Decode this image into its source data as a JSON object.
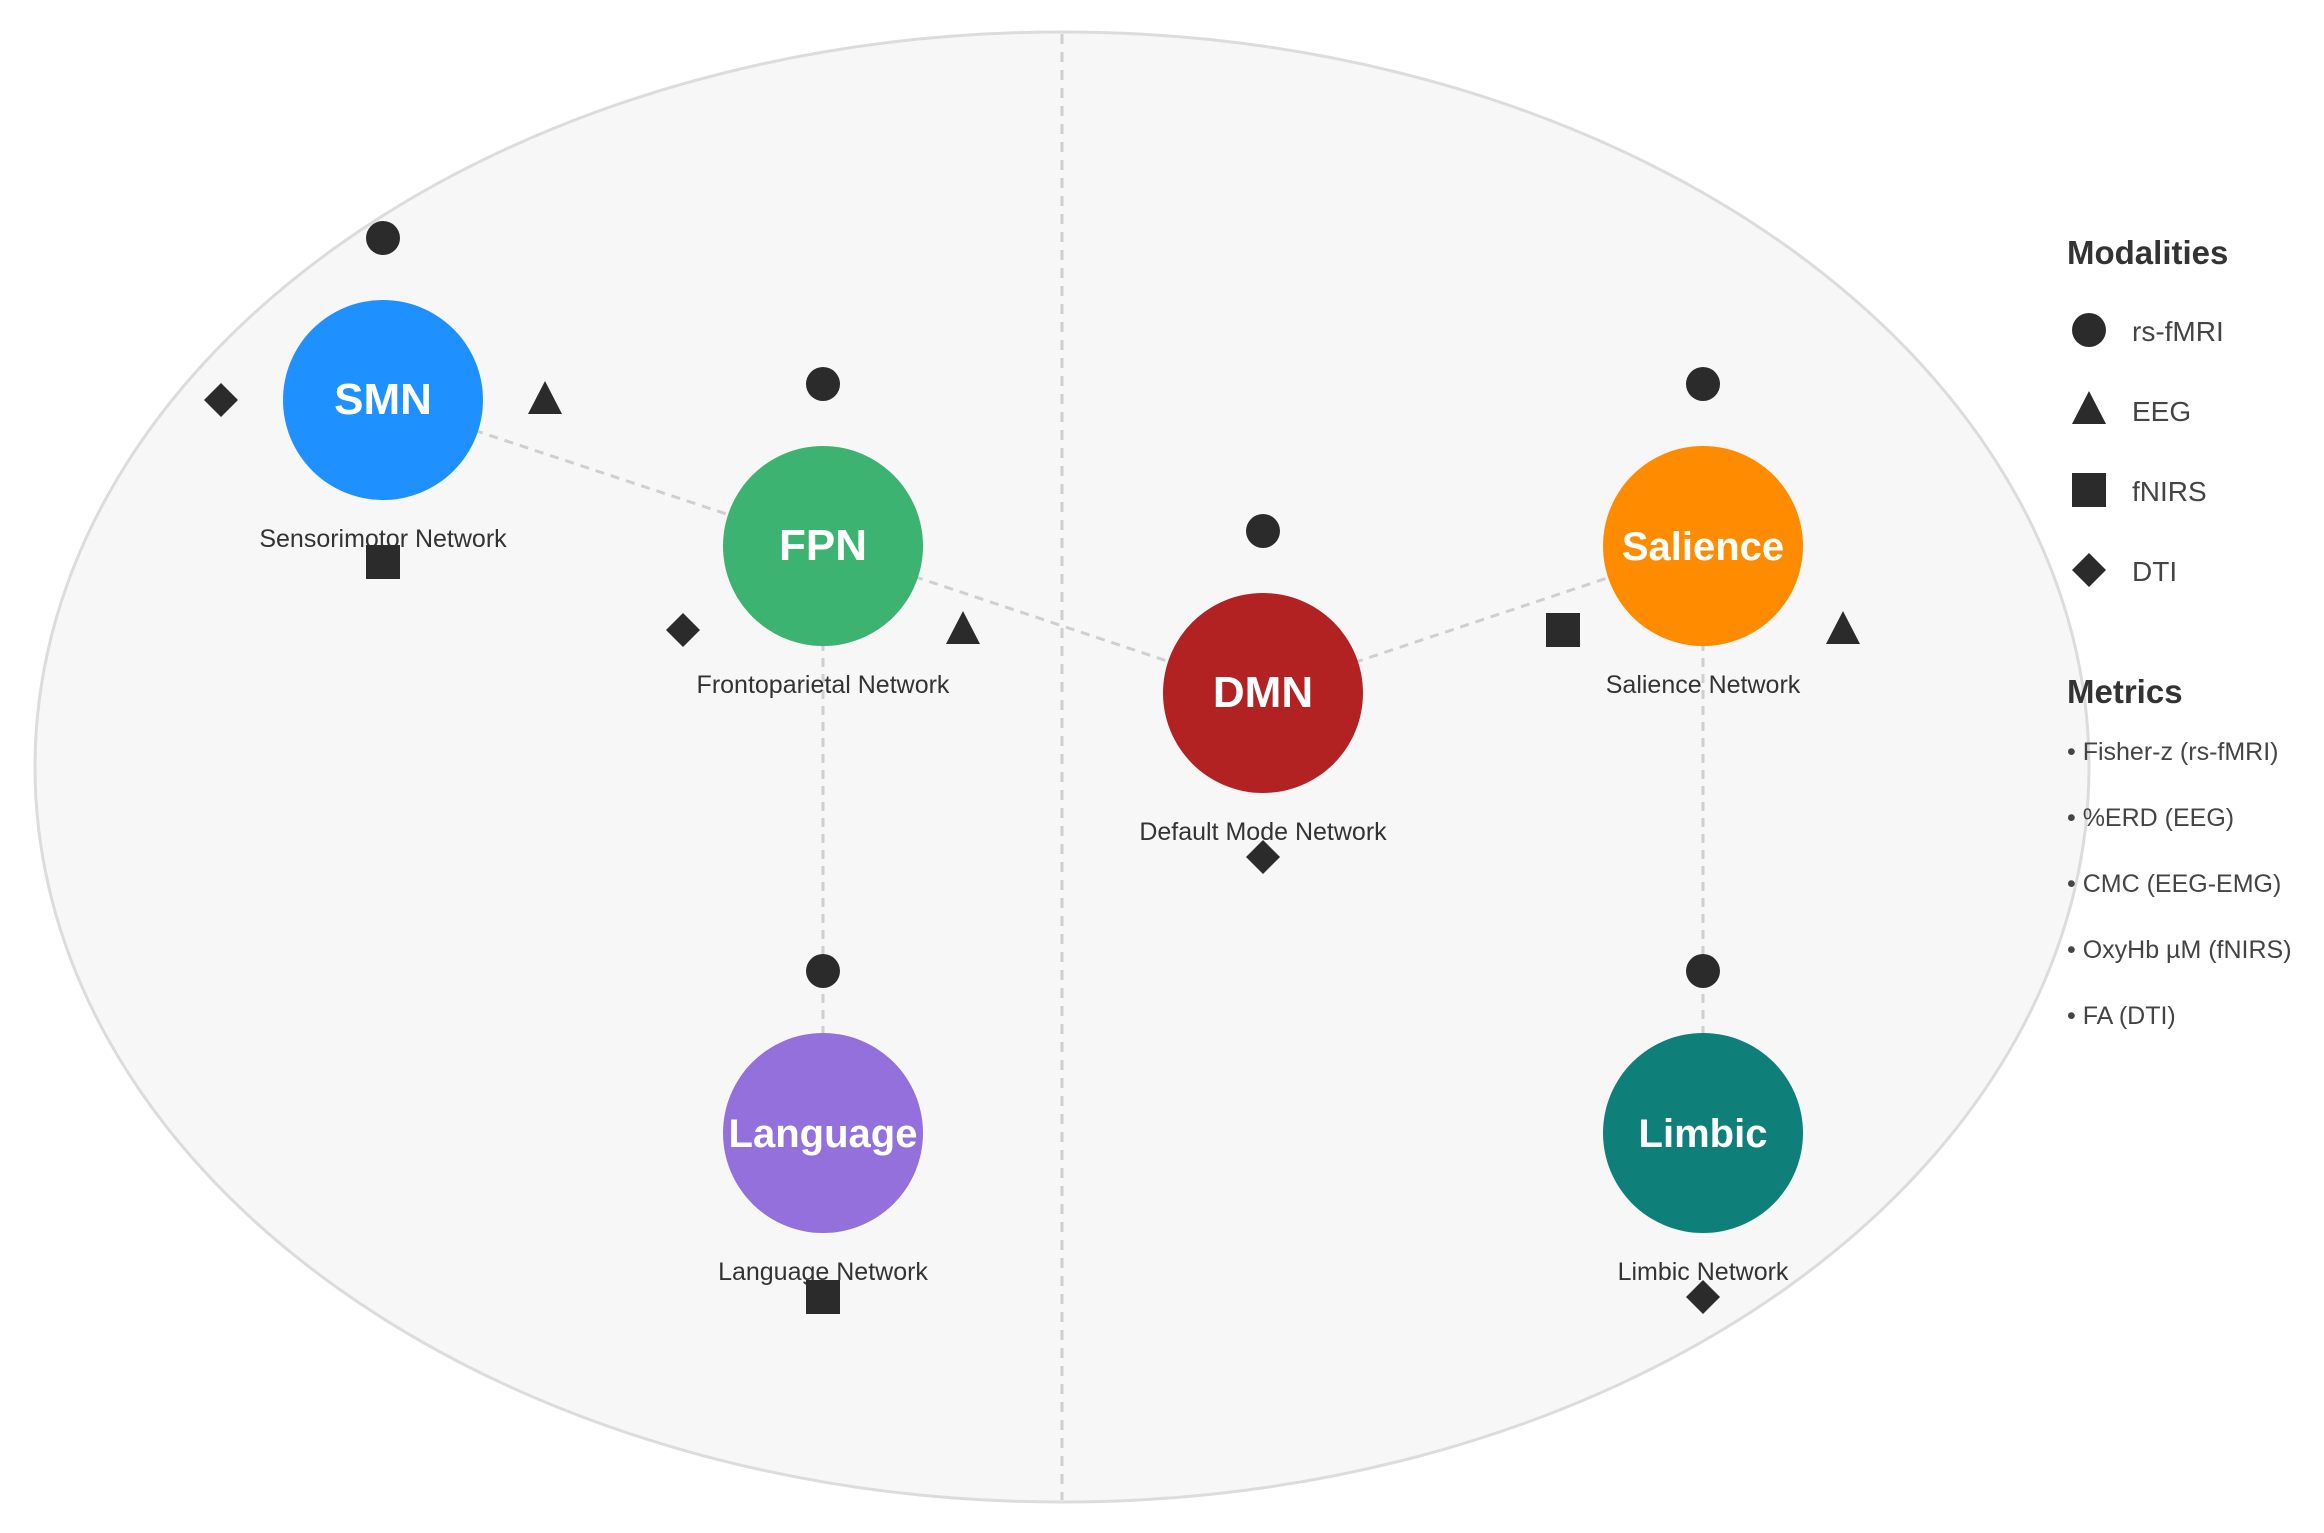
{
  "colors": {
    "background_ellipse": "#f7f7f7",
    "ellipse_stroke": "#dcdcdc",
    "connector": "#cfcfcf",
    "marker": "#2b2b2b",
    "text": "#333333"
  },
  "nodes": [
    {
      "id": "smn",
      "label": "SMN",
      "caption": "Sensorimotor Network",
      "color": "#1e90ff",
      "markers": [
        "rs-fMRI",
        "EEG",
        "fNIRS",
        "DTI"
      ]
    },
    {
      "id": "fpn",
      "label": "FPN",
      "caption": "Frontoparietal Network",
      "color": "#3cb371",
      "markers": [
        "rs-fMRI",
        "EEG",
        "DTI"
      ]
    },
    {
      "id": "dmn",
      "label": "DMN",
      "caption": "Default Mode Network",
      "color": "#b22222",
      "markers": [
        "rs-fMRI",
        "DTI"
      ]
    },
    {
      "id": "salience",
      "label": "Salience",
      "caption": "Salience Network",
      "color": "#ff8c00",
      "markers": [
        "rs-fMRI",
        "EEG",
        "fNIRS"
      ]
    },
    {
      "id": "language",
      "label": "Language",
      "caption": "Language Network",
      "color": "#9370db",
      "markers": [
        "rs-fMRI",
        "fNIRS"
      ]
    },
    {
      "id": "limbic",
      "label": "Limbic",
      "caption": "Limbic Network",
      "color": "#0f7f7a",
      "markers": [
        "rs-fMRI",
        "DTI"
      ]
    }
  ],
  "edges": [
    [
      "smn",
      "fpn"
    ],
    [
      "fpn",
      "dmn"
    ],
    [
      "dmn",
      "salience"
    ],
    [
      "fpn",
      "language"
    ],
    [
      "salience",
      "limbic"
    ]
  ],
  "legend": {
    "modalities_title": "Modalities",
    "modalities": [
      {
        "shape": "circle",
        "label": "rs-fMRI"
      },
      {
        "shape": "triangle",
        "label": "EEG"
      },
      {
        "shape": "square",
        "label": "fNIRS"
      },
      {
        "shape": "diamond",
        "label": "DTI"
      }
    ],
    "metrics_title": "Metrics",
    "metrics": [
      "• Fisher-z (rs-fMRI)",
      "• %ERD (EEG)",
      "• CMC (EEG-EMG)",
      "• OxyHb µM (fNIRS)",
      "• FA (DTI)"
    ]
  }
}
